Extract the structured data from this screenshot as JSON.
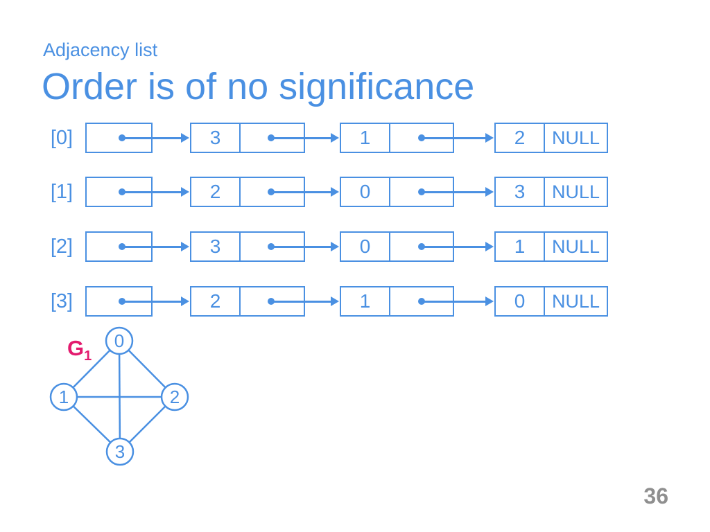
{
  "slide": {
    "subtitle": "Adjacency list",
    "title": "Order is of no significance"
  },
  "footer": {
    "page_number": "36"
  },
  "colors": {
    "accent": "#4a90e2",
    "graph-label": "#e31a6e",
    "page-number": "#8f8f8f"
  },
  "adjacency_lists": [
    {
      "label": "[0]",
      "nodes": [
        "3",
        "1",
        "2"
      ],
      "terminator": "NULL"
    },
    {
      "label": "[1]",
      "nodes": [
        "2",
        "0",
        "3"
      ],
      "terminator": "NULL"
    },
    {
      "label": "[2]",
      "nodes": [
        "3",
        "0",
        "1"
      ],
      "terminator": "NULL"
    },
    {
      "label": "[3]",
      "nodes": [
        "2",
        "1",
        "0"
      ],
      "terminator": "NULL"
    }
  ],
  "graph": {
    "name": "G",
    "name_subscript": "1",
    "nodes": [
      {
        "label": "0"
      },
      {
        "label": "1"
      },
      {
        "label": "2"
      },
      {
        "label": "3"
      }
    ],
    "edges": [
      [
        "0",
        "1"
      ],
      [
        "0",
        "2"
      ],
      [
        "0",
        "3"
      ],
      [
        "1",
        "2"
      ],
      [
        "1",
        "3"
      ],
      [
        "2",
        "3"
      ]
    ]
  }
}
